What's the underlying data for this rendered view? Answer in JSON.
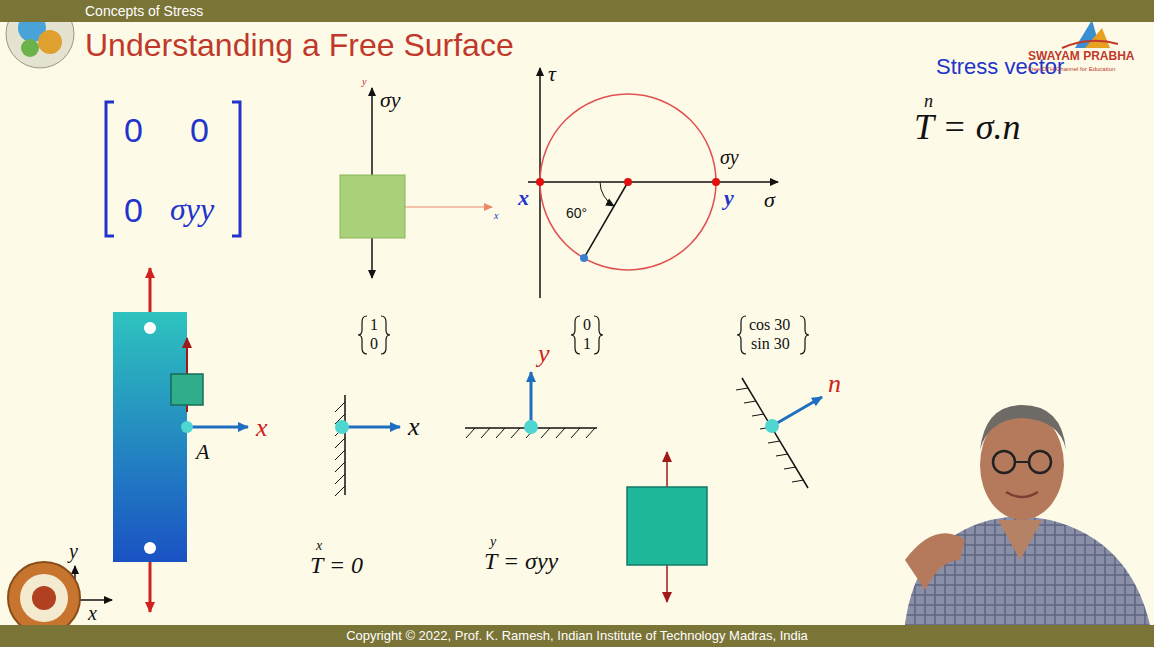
{
  "diagram": {
    "title": "Understanding a Free Surface",
    "nodes": [
      {
        "text": [
          "Concepts of Stress"
        ]
      },
      {
        "text": [
          "Copyright © 2022, Prof. K. Ramesh, Indian Institute of Technology Madras, India"
        ]
      }
    ],
    "edges": [],
    "labels": [
      "SWAYAM PRABHA",
      "0",
      "0",
      "0",
      "σyy",
      "y",
      "σy",
      "x",
      "τ",
      "σ",
      "x",
      "y",
      "60°",
      "σy",
      "Stress vector",
      "n",
      "T = σ.n",
      "A",
      "x",
      "y",
      "x",
      "1",
      "0",
      "x",
      "0",
      "1",
      "y",
      "cos 30",
      "sin 30",
      "n",
      "x",
      "T = 0",
      "y",
      "T = σyy",
      "Free DTH Channel for Education"
    ]
  }
}
